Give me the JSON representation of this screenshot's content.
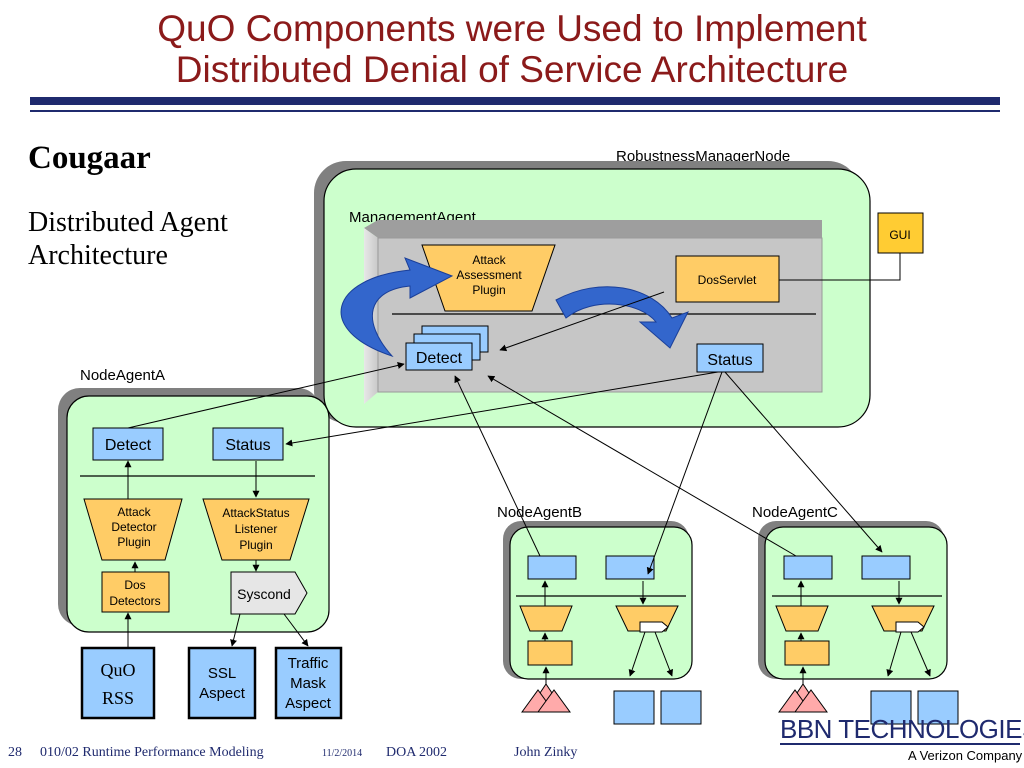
{
  "slide": {
    "title_line1": "QuO Components were Used to Implement",
    "title_line2": "Distributed Denial of Service Architecture",
    "heading": "Cougaar",
    "subtitle": "Distributed Agent Architecture"
  },
  "diagram": {
    "robustness_node": "RobustnessManagerNode",
    "management_agent": "ManagementAgent",
    "attack_assessment": [
      "Attack",
      "Assessment",
      "Plugin"
    ],
    "dos_servlet": "DosServlet",
    "gui": "GUI",
    "detect": "Detect",
    "status": "Status",
    "node_agent_a": "NodeAgentA",
    "attack_detector": [
      "Attack",
      "Detector",
      "Plugin"
    ],
    "attack_status_listener": [
      "AttackStatus",
      "Listener",
      "Plugin"
    ],
    "dos_detectors": [
      "Dos",
      "Detectors"
    ],
    "syscond": "Syscond",
    "quo_rss": [
      "QuO",
      "RSS"
    ],
    "ssl_aspect": [
      "SSL",
      "Aspect"
    ],
    "traffic_mask_aspect": [
      "Traffic",
      "Mask",
      "Aspect"
    ],
    "node_agent_b": "NodeAgentB",
    "node_agent_c": "NodeAgentC"
  },
  "footer": {
    "page": "28",
    "course": "010/02  Runtime Performance Modeling",
    "date": "11/2/2014",
    "event": "DOA 2002",
    "author": "John Zinky",
    "brand": "BBN TECHNOLOGIES",
    "brand_sub": "A Verizon Company"
  },
  "colors": {
    "title": "#8b1a1a",
    "node_green": "#ccffcc",
    "plugin_orange": "#ffcc66",
    "box_blue": "#99ccff",
    "gui_yellow": "#ffcc33",
    "arrow_blue": "#3366cc",
    "brand_navy": "#1f2a6e"
  }
}
